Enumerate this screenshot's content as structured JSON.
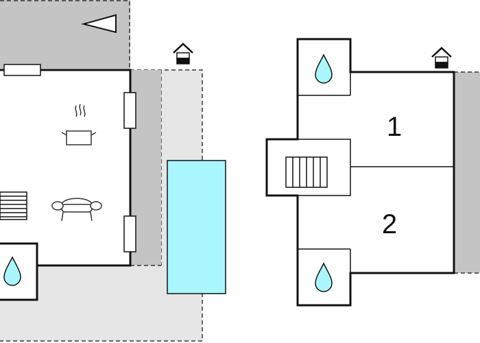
{
  "floor_plan": {
    "rooms": [
      {
        "number": "1"
      },
      {
        "number": "2"
      }
    ],
    "icons": {
      "entrance": "house-entrance-icon",
      "bathroom": "water-drop-icon",
      "kitchen": "cooking-pot-icon",
      "living_room": "sofa-icon",
      "stairs": "staircase-icon",
      "pool": "swimming-pool",
      "direction": "triangle-pointer-icon"
    },
    "colors": {
      "wall": "#111111",
      "terrace": "#e6e6e6",
      "shaded_area": "#c4c4c4",
      "pool": "#aaf6ff",
      "drop": "#aaf6ff",
      "dashed_border": "#333333"
    }
  }
}
